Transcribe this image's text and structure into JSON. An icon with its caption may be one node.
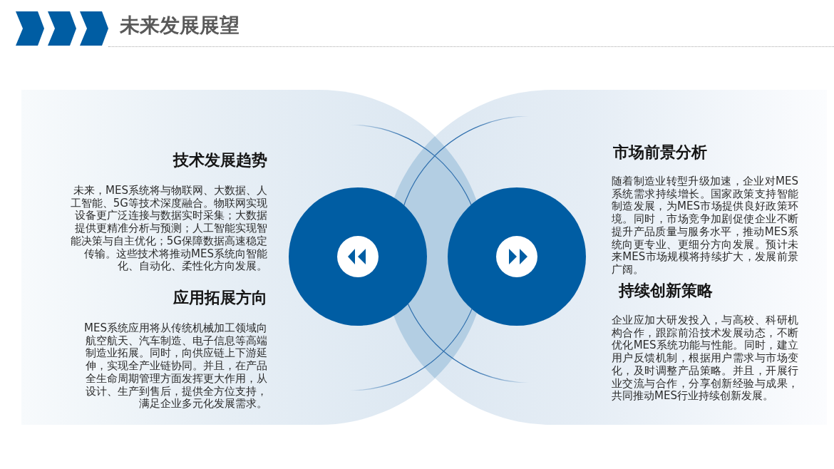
{
  "diagram": {
    "title": "未来发展展望",
    "nodes": [
      {
        "text": [
          "技术发展趋势",
          "未来，MES系统将与物联网、大数据、人工智能、5G等技术深度融合。物联网实现设备更广泛连接与数据实时采集；大数据提供更精准分析与预测；人工智能实现智能决策与自主优化；5G保障数据高速稳定传输。这些技术将推动MES系统向智能化、自动化、柔性化方向发展。",
          "应用拓展方向",
          "MES系统应用将从传统机械加工领域向航空航天、汽车制造、电子信息等高端制造业拓展。同时，向供应链上下游延伸，实现全产业链协同。并且，在产品全生命周期管理方面发挥更大作用，从设计、生产到售后，提供全方位支持，满足企业多元化发展需求。"
        ]
      },
      {
        "text": [
          "市场前景分析",
          "随着制造业转型升级加速，企业对MES系统需求持续增长。国家政策支持智能制造发展，为MES市场提供良好政策环境。同时，市场竞争加剧促使企业不断提升产品质量与服务水平，推动MES系统向更专业、更细分方向发展。预计未来MES市场规模将持续扩大，发展前景广阔。",
          "持续创新策略",
          "企业应加大研发投入，与高校、科研机构合作，跟踪前沿技术发展动态，不断优化MES系统功能与性能。同时，建立用户反馈机制，根据用户需求与市场变化，及时调整产品策略。并且，开展行业交流与合作，分享创新经验与成果，共同推动MES行业持续创新发展。"
        ]
      }
    ]
  }
}
